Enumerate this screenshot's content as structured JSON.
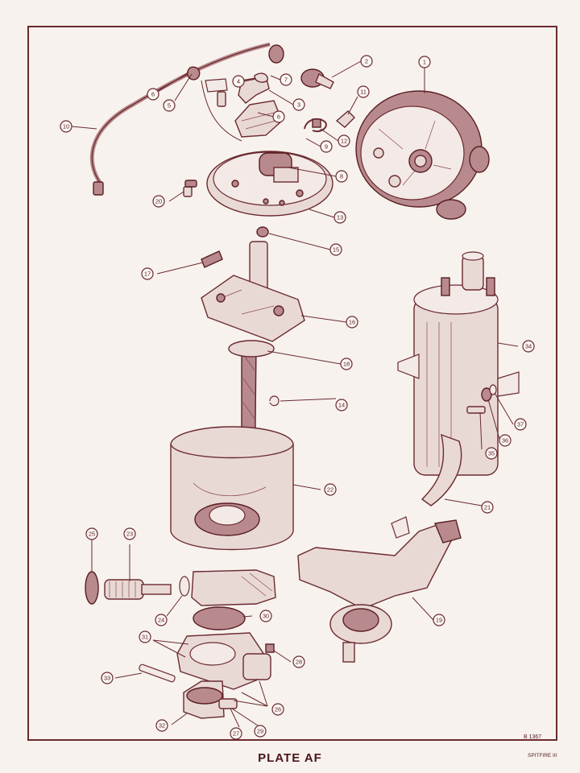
{
  "plate_title": "PLATE AF",
  "reference_code": "B 1367",
  "model_tag": "SPITFIRE III",
  "colors": {
    "ink": "#6b2a2f",
    "paper": "#f7f2ee"
  },
  "callouts": [
    {
      "id": "c1",
      "label": "1"
    },
    {
      "id": "c2",
      "label": "2"
    },
    {
      "id": "c3",
      "label": "3"
    },
    {
      "id": "c4",
      "label": "4"
    },
    {
      "id": "c5",
      "label": "5"
    },
    {
      "id": "c6a",
      "label": "6"
    },
    {
      "id": "c6b",
      "label": "6"
    },
    {
      "id": "c7",
      "label": "7"
    },
    {
      "id": "c8",
      "label": "8"
    },
    {
      "id": "c9",
      "label": "9"
    },
    {
      "id": "c10",
      "label": "10"
    },
    {
      "id": "c11",
      "label": "11"
    },
    {
      "id": "c12",
      "label": "12"
    },
    {
      "id": "c13",
      "label": "13"
    },
    {
      "id": "c14",
      "label": "14"
    },
    {
      "id": "c15",
      "label": "15"
    },
    {
      "id": "c16",
      "label": "16"
    },
    {
      "id": "c17",
      "label": "17"
    },
    {
      "id": "c18",
      "label": "18"
    },
    {
      "id": "c19",
      "label": "19"
    },
    {
      "id": "c20",
      "label": "20"
    },
    {
      "id": "c21",
      "label": "21"
    },
    {
      "id": "c22",
      "label": "22"
    },
    {
      "id": "c23",
      "label": "23"
    },
    {
      "id": "c24",
      "label": "24"
    },
    {
      "id": "c25",
      "label": "25"
    },
    {
      "id": "c26",
      "label": "26"
    },
    {
      "id": "c27",
      "label": "27"
    },
    {
      "id": "c28",
      "label": "28"
    },
    {
      "id": "c29",
      "label": "29"
    },
    {
      "id": "c30",
      "label": "30"
    },
    {
      "id": "c31",
      "label": "31"
    },
    {
      "id": "c32",
      "label": "32"
    },
    {
      "id": "c33",
      "label": "33"
    },
    {
      "id": "c34",
      "label": "34"
    },
    {
      "id": "c35",
      "label": "35"
    },
    {
      "id": "c36",
      "label": "36"
    },
    {
      "id": "c37",
      "label": "37"
    }
  ]
}
